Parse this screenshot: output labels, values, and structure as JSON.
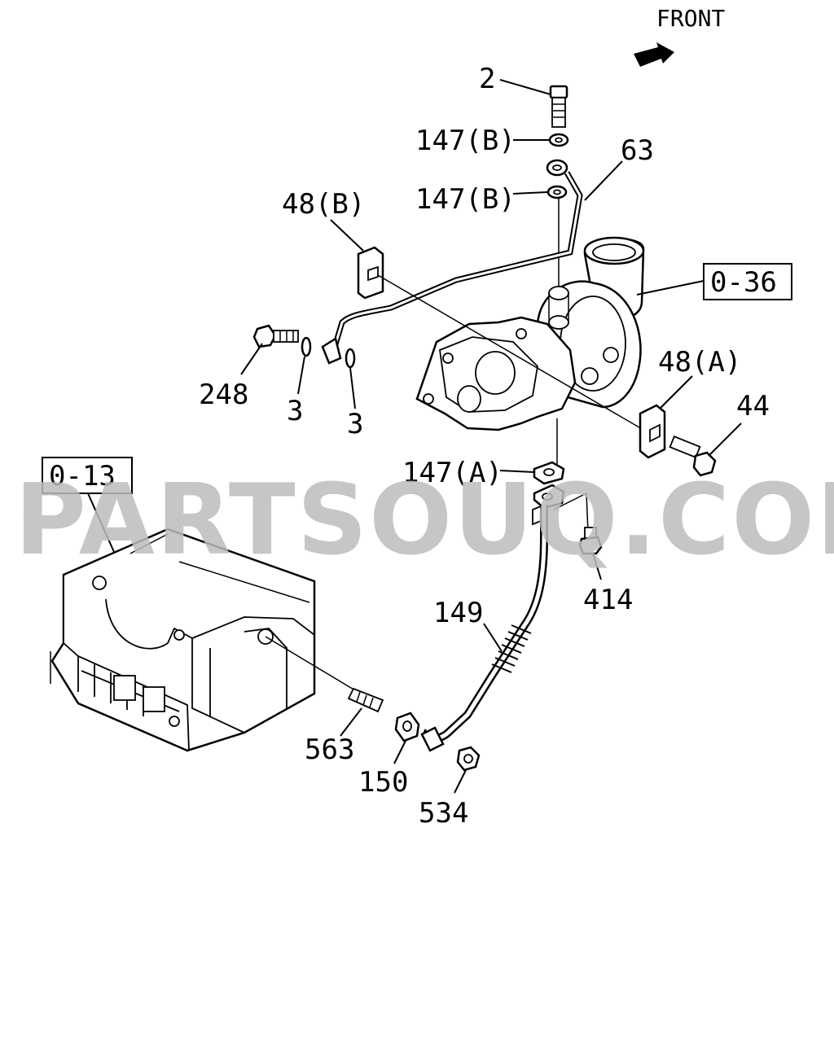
{
  "watermark": "PARTSOUQ.COM",
  "orientation": {
    "label": "FRONT"
  },
  "references": [
    {
      "id": "ref-0-36",
      "text": "0-36"
    },
    {
      "id": "ref-0-13",
      "text": "0-13"
    }
  ],
  "callouts": {
    "c2": "2",
    "c147b_1": "147(B)",
    "c147b_2": "147(B)",
    "c63": "63",
    "c48b": "48(B)",
    "c248": "248",
    "c3a": "3",
    "c3b": "3",
    "c48a": "48(A)",
    "c44": "44",
    "c147a": "147(A)",
    "c414": "414",
    "c149": "149",
    "c563": "563",
    "c150": "150",
    "c534": "534"
  }
}
